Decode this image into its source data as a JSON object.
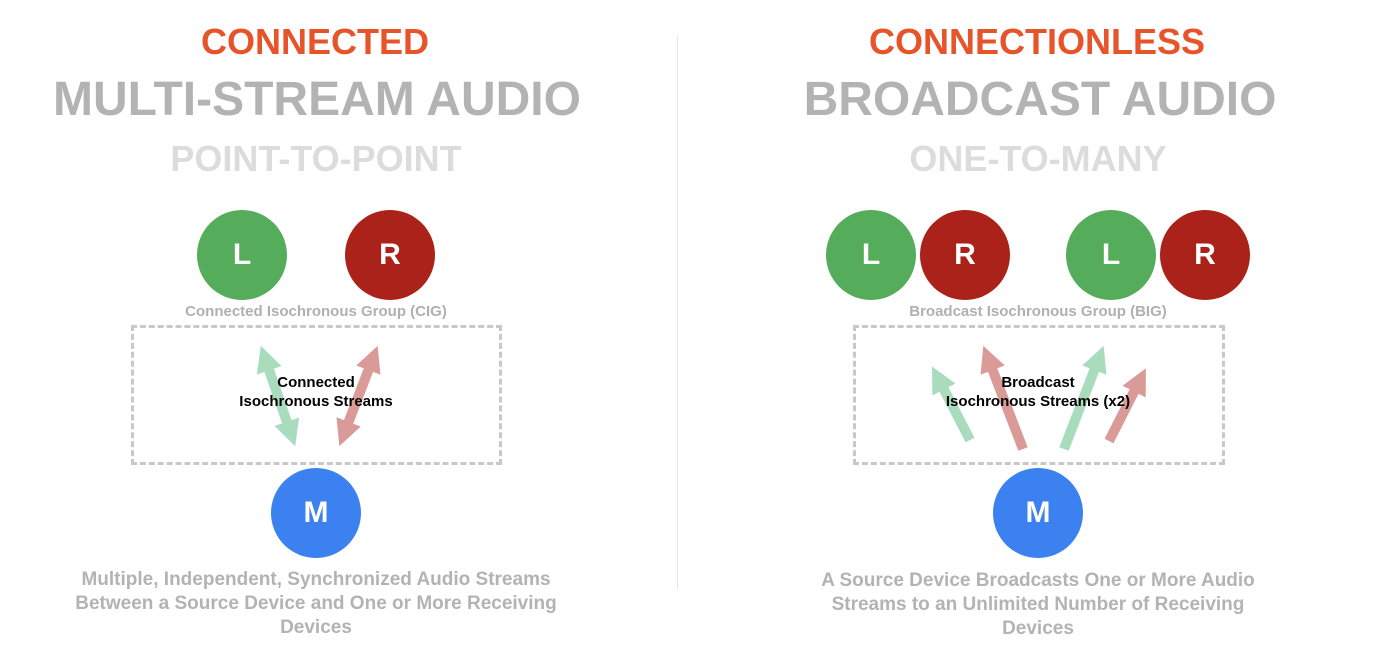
{
  "connected": {
    "kicker": "CONNECTED",
    "title": "MULTI-STREAM AUDIO",
    "subtitle": "POINT-TO-POINT",
    "devices": [
      "L",
      "R"
    ],
    "source": "M",
    "group_label": "Connected Isochronous Group (CIG)",
    "streams_label": [
      "Connected",
      "Isochronous Streams"
    ],
    "description": [
      "Multiple, Independent, Synchronized Audio Streams",
      "Between a Source Device and One or More Receiving",
      "Devices"
    ]
  },
  "connectionless": {
    "kicker": "CONNECTIONLESS",
    "title": "BROADCAST AUDIO",
    "subtitle": "ONE-TO-MANY",
    "devices": [
      "L",
      "R",
      "L",
      "R"
    ],
    "source": "M",
    "group_label": "Broadcast Isochronous Group (BIG)",
    "streams_label": [
      "Broadcast",
      "Isochronous Streams (x2)"
    ],
    "description": [
      "A Source Device Broadcasts One or More Audio",
      "Streams to an Unlimited Number of Receiving",
      "Devices"
    ]
  },
  "colors": {
    "accent": "#E8542A",
    "left": "#55ad5b",
    "right": "#aa2219",
    "source": "#3b82f0",
    "left_stream": "#a8dcbc",
    "right_stream": "#d99a98"
  }
}
